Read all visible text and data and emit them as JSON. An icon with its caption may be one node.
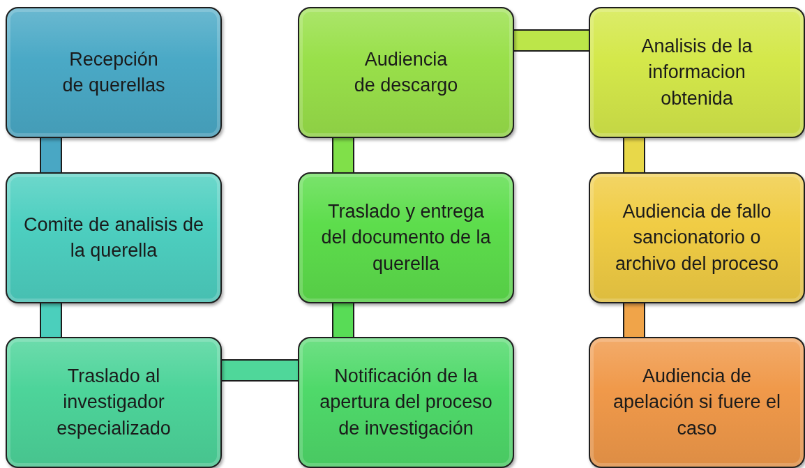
{
  "diagram": {
    "nodes": [
      {
        "text": [
          "Recepción de querellas"
        ]
      },
      {
        "text": [
          "Comite de analisis de la querella"
        ]
      },
      {
        "text": [
          "Traslado al investigador especializado"
        ]
      },
      {
        "text": [
          "Notificación de la apertura del proceso de investigación"
        ]
      },
      {
        "text": [
          "Traslado y entrega del documento de la querella"
        ]
      },
      {
        "text": [
          "Audiencia de descargo"
        ]
      },
      {
        "text": [
          "Analisis de la informacion obtenida"
        ]
      },
      {
        "text": [
          "Audiencia de fallo sancionatorio o archivo del proceso"
        ]
      },
      {
        "text": [
          "Audiencia de apelación si fuere el caso"
        ]
      }
    ],
    "edges": [
      {
        "from": 0,
        "to": 1,
        "arrow": "none",
        "color": "#4aa7c4"
      },
      {
        "from": 1,
        "to": 2,
        "arrow": "none",
        "color": "#4ccfbc"
      },
      {
        "from": 2,
        "to": 3,
        "arrow": "none",
        "color": "#4fd79a"
      },
      {
        "from": 3,
        "to": 4,
        "arrow": "none",
        "color": "#58dc56"
      },
      {
        "from": 4,
        "to": 5,
        "arrow": "none",
        "color": "#80e04a"
      },
      {
        "from": 5,
        "to": 6,
        "arrow": "none",
        "color": "#bce64a"
      },
      {
        "from": 6,
        "to": 7,
        "arrow": "none",
        "color": "#e8d84a"
      },
      {
        "from": 7,
        "to": 8,
        "arrow": "none",
        "color": "#f0a44a"
      }
    ]
  }
}
